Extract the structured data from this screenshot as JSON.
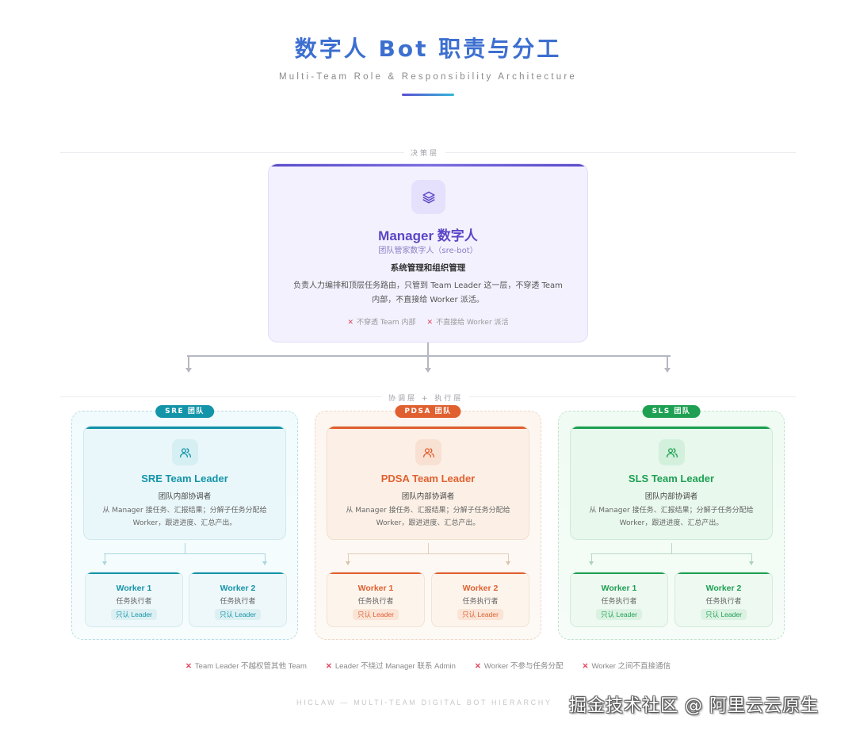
{
  "header": {
    "title": "数字人 Bot 职责与分工",
    "subtitle": "Multi-Team Role & Responsibility Architecture"
  },
  "layers": {
    "decision": "决策层",
    "coordination": "协调层 + 执行层"
  },
  "manager": {
    "icon": "layers-icon",
    "title": "Manager 数字人",
    "subtitle": "团队管家数字人（sre-bot）",
    "heading": "系统管理和组织管理",
    "description": "负责人力编排和顶层任务路由，只管到 Team Leader 这一层，不穿透 Team 内部，不直接给 Worker 派活。",
    "rules": [
      "不穿透 Team 内部",
      "不直接给 Worker 派活"
    ],
    "accent": "#5a46c6"
  },
  "teams": [
    {
      "badge": "SRE 团队",
      "color": "#1494a8",
      "leader": {
        "icon": "users-icon",
        "title": "SRE Team Leader",
        "subtitle": "团队内部协调者",
        "description": "从 Manager 接任务、汇报结果；分解子任务分配给 Worker，跟进进度、汇总产出。"
      },
      "workers": [
        {
          "title": "Worker 1",
          "subtitle": "任务执行者",
          "tag": "只认 Leader"
        },
        {
          "title": "Worker 2",
          "subtitle": "任务执行者",
          "tag": "只认 Leader"
        }
      ]
    },
    {
      "badge": "PDSA 团队",
      "color": "#e06030",
      "leader": {
        "icon": "users-icon",
        "title": "PDSA Team Leader",
        "subtitle": "团队内部协调者",
        "description": "从 Manager 接任务、汇报结果；分解子任务分配给 Worker，跟进进度、汇总产出。"
      },
      "workers": [
        {
          "title": "Worker 1",
          "subtitle": "任务执行者",
          "tag": "只认 Leader"
        },
        {
          "title": "Worker 2",
          "subtitle": "任务执行者",
          "tag": "只认 Leader"
        }
      ]
    },
    {
      "badge": "SLS 团队",
      "color": "#1ea052",
      "leader": {
        "icon": "users-icon",
        "title": "SLS Team Leader",
        "subtitle": "团队内部协调者",
        "description": "从 Manager 接任务、汇报结果；分解子任务分配给 Worker，跟进进度、汇总产出。"
      },
      "workers": [
        {
          "title": "Worker 1",
          "subtitle": "任务执行者",
          "tag": "只认 Leader"
        },
        {
          "title": "Worker 2",
          "subtitle": "任务执行者",
          "tag": "只认 Leader"
        }
      ]
    }
  ],
  "rules": [
    "Team Leader 不越权管其他 Team",
    "Leader 不绕过 Manager 联系 Admin",
    "Worker 不参与任务分配",
    "Worker 之间不直接通信"
  ],
  "footer": "HICLAW — MULTI-TEAM DIGITAL BOT HIERARCHY",
  "watermark": "掘金技术社区 @ 阿里云云原生"
}
